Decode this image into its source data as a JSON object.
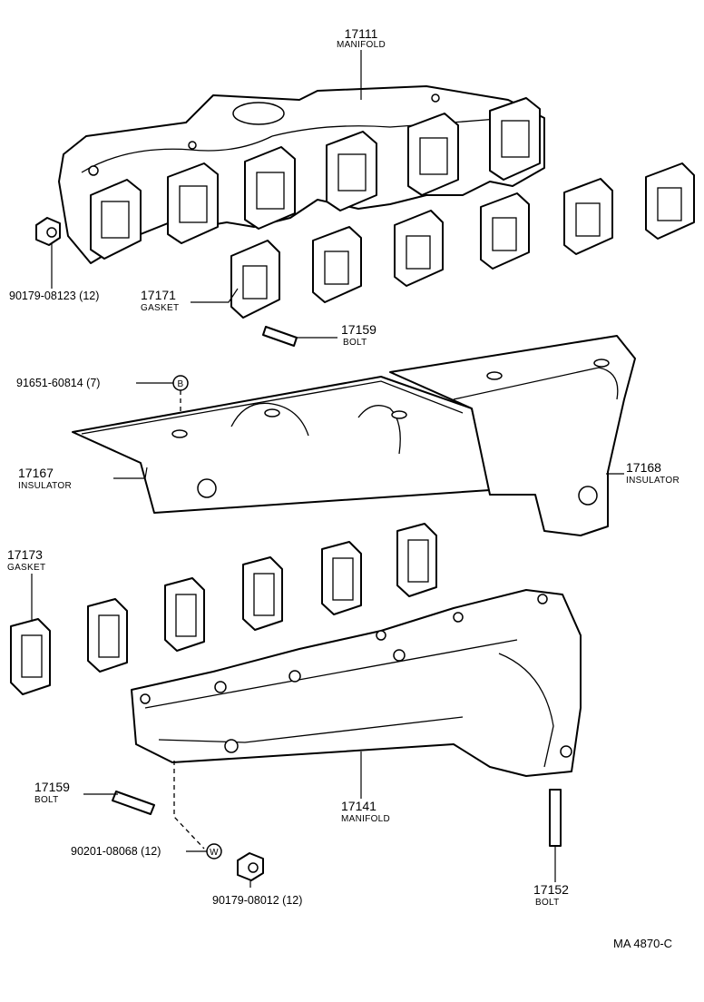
{
  "callouts": {
    "c17111": {
      "number": "17111",
      "name": "MANIFOLD"
    },
    "c17171": {
      "number": "17171",
      "name": "GASKET"
    },
    "c17159a": {
      "number": "17159",
      "name": "BOLT"
    },
    "c90179_08123": {
      "partno": "90179-08123 (12)"
    },
    "c91651": {
      "partno": "91651-60814 (7)",
      "marker": "B"
    },
    "c17167": {
      "number": "17167",
      "name": "INSULATOR"
    },
    "c17168": {
      "number": "17168",
      "name": "INSULATOR"
    },
    "c17173": {
      "number": "17173",
      "name": "GASKET"
    },
    "c17159b": {
      "number": "17159",
      "name": "BOLT"
    },
    "c90201": {
      "partno": "90201-08068 (12)",
      "marker": "W"
    },
    "c90179_08012": {
      "partno": "90179-08012 (12)"
    },
    "c17141": {
      "number": "17141",
      "name": "MANIFOLD"
    },
    "c17152": {
      "number": "17152",
      "name": "BOLT"
    }
  },
  "drawing_code": "MA  4870-C"
}
